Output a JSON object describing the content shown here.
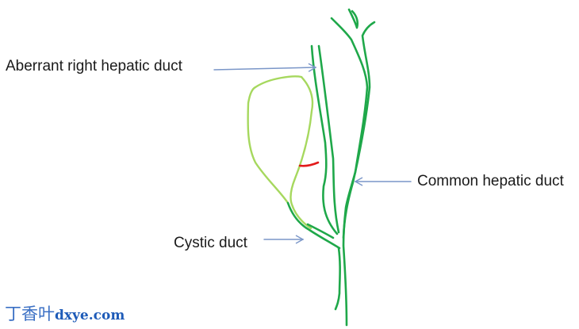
{
  "labels": {
    "aberrant": "Aberrant right hepatic duct",
    "common": "Common hepatic duct",
    "cystic": "Cystic duct"
  },
  "watermark": {
    "cn": "丁香叶",
    "en": "dxye.com"
  },
  "colors": {
    "duct": "#1fa84a",
    "gallbladder": "#9fd45a",
    "arrow": "#7a96c8",
    "marker": "#e21b1b"
  }
}
